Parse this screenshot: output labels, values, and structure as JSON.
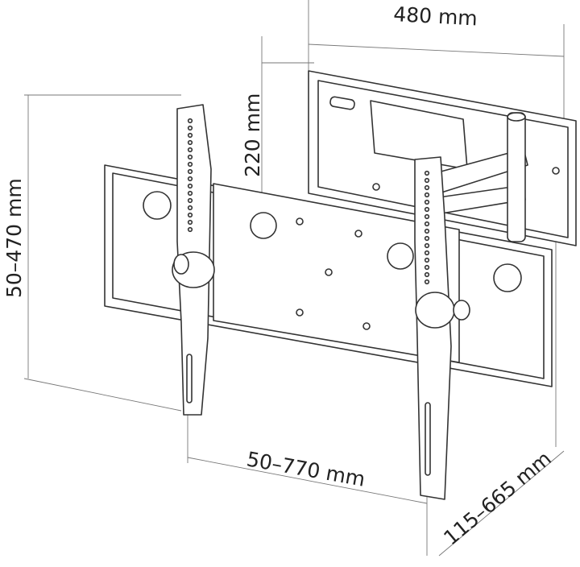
{
  "dimensions": {
    "width_wall_plate": "480 mm",
    "height_wall_plate": "220 mm",
    "vertical_range": "50–470 mm",
    "horizontal_range": "50–770 mm",
    "depth_range": "115–665 mm"
  },
  "colors": {
    "line": "#333333",
    "dimension_line": "#777777",
    "background": "#ffffff"
  }
}
